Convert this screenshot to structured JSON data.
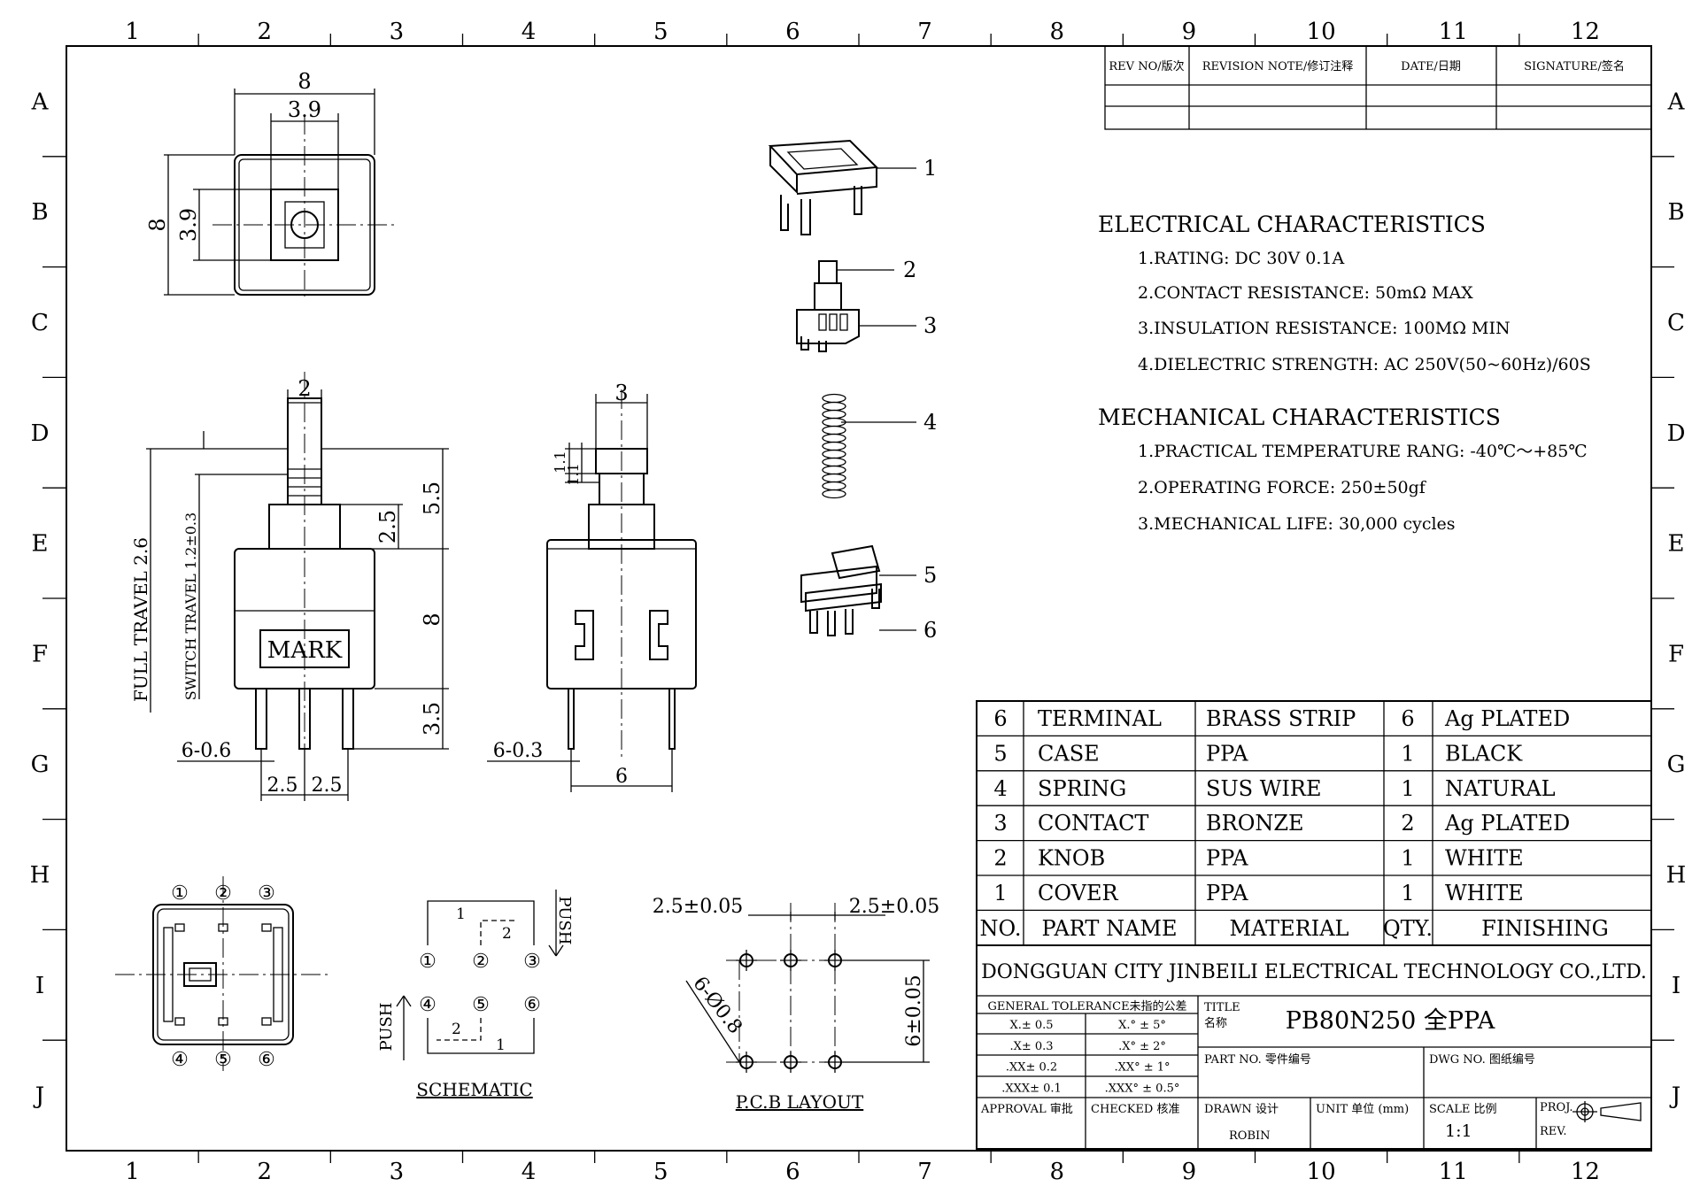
{
  "border": {
    "cols": [
      "1",
      "2",
      "3",
      "4",
      "5",
      "6",
      "7",
      "8",
      "9",
      "10",
      "11",
      "12"
    ],
    "rows": [
      "A",
      "B",
      "C",
      "D",
      "E",
      "F",
      "G",
      "H",
      "I",
      "J"
    ]
  },
  "revision_table": {
    "headers": [
      "REV NO/版次",
      "REVISION NOTE/修订注释",
      "DATE/日期",
      "SIGNATURE/签名"
    ]
  },
  "electrical": {
    "title": "ELECTRICAL CHARACTERISTICS",
    "items": [
      "1.RATING: DC 30V 0.1A",
      "2.CONTACT RESISTANCE: 50mΩ MAX",
      "3.INSULATION RESISTANCE: 100MΩ MIN",
      "4.DIELECTRIC STRENGTH: AC 250V(50~60Hz)/60S"
    ]
  },
  "mechanical": {
    "title": "MECHANICAL CHARACTERISTICS",
    "items": [
      "1.PRACTICAL TEMPERATURE RANG: -40℃～+85℃",
      "2.OPERATING FORCE: 250±50gf",
      "3.MECHANICAL LIFE: 30,000 cycles"
    ]
  },
  "bom": {
    "rows": [
      {
        "no": "6",
        "name": "TERMINAL",
        "material": "BRASS STRIP",
        "qty": "6",
        "finish": "Ag PLATED"
      },
      {
        "no": "5",
        "name": "CASE",
        "material": "PPA",
        "qty": "1",
        "finish": "BLACK"
      },
      {
        "no": "4",
        "name": "SPRING",
        "material": "SUS WIRE",
        "qty": "1",
        "finish": "NATURAL"
      },
      {
        "no": "3",
        "name": "CONTACT",
        "material": "BRONZE",
        "qty": "2",
        "finish": "Ag PLATED"
      },
      {
        "no": "2",
        "name": "KNOB",
        "material": "PPA",
        "qty": "1",
        "finish": "WHITE"
      },
      {
        "no": "1",
        "name": "COVER",
        "material": "PPA",
        "qty": "1",
        "finish": "WHITE"
      }
    ],
    "headers": {
      "no": "NO.",
      "name": "PART NAME",
      "material": "MATERIAL",
      "qty": "QTY.",
      "finish": "FINISHING"
    }
  },
  "title_block": {
    "company": "DONGGUAN CITY JINBEILI ELECTRICAL TECHNOLOGY CO.,LTD.",
    "tolerance_title": "GENERAL TOLERANCE未指的公差",
    "tolerances": [
      [
        "X.± 0.5",
        "X.° ± 5°"
      ],
      [
        ".X± 0.3",
        ".X° ± 2°"
      ],
      [
        ".XX± 0.2",
        ".XX° ± 1°"
      ],
      [
        ".XXX± 0.1",
        ".XXX° ± 0.5°"
      ]
    ],
    "title_label": "TITLE",
    "title_label_cn": "名称",
    "title_value": "PB80N250 全PPA",
    "part_no_label": "PART NO. 零件编号",
    "dwg_no_label": "DWG NO. 图纸编号",
    "approval_label": "APPROVAL 审批",
    "checked_label": "CHECKED 核准",
    "drawn_label": "DRAWN 设计",
    "drawn_value": "ROBIN",
    "unit_label": "UNIT 单位 (mm)",
    "scale_label": "SCALE 比例",
    "scale_value": "1:1",
    "proj_label": "PROJ.",
    "rev_label": "REV."
  },
  "dims": {
    "top_8": "8",
    "top_39": "3.9",
    "side_8": "8",
    "side_39": "3.9",
    "d2": "2",
    "d55": "5.5",
    "d25": "2.5",
    "d8": "8",
    "d35": "3.5",
    "full_travel": "FULL TRAVEL 2.6",
    "switch_travel": "SWITCH TRAVEL 1.2±0.3",
    "mark": "MARK",
    "pin06": "6-0.6",
    "p25a": "2.5",
    "p25b": "2.5",
    "d3": "3",
    "d11a": "1.1",
    "d11b": "1.1",
    "pin03": "6-0.3",
    "d6": "6",
    "pcb_l": "2.5±0.05",
    "pcb_r": "2.5±0.05",
    "pcb_hole": "6-Ø0.8",
    "pcb_v": "6±0.05"
  },
  "parts_callouts": [
    "1",
    "2",
    "3",
    "4",
    "5",
    "6"
  ],
  "pin_labels": [
    "①",
    "②",
    "③",
    "④",
    "⑤",
    "⑥"
  ],
  "schematic": {
    "caption": "SCHEMATIC",
    "push": "PUSH",
    "n1": "1",
    "n2": "2"
  },
  "pcb_caption": "P.C.B LAYOUT"
}
